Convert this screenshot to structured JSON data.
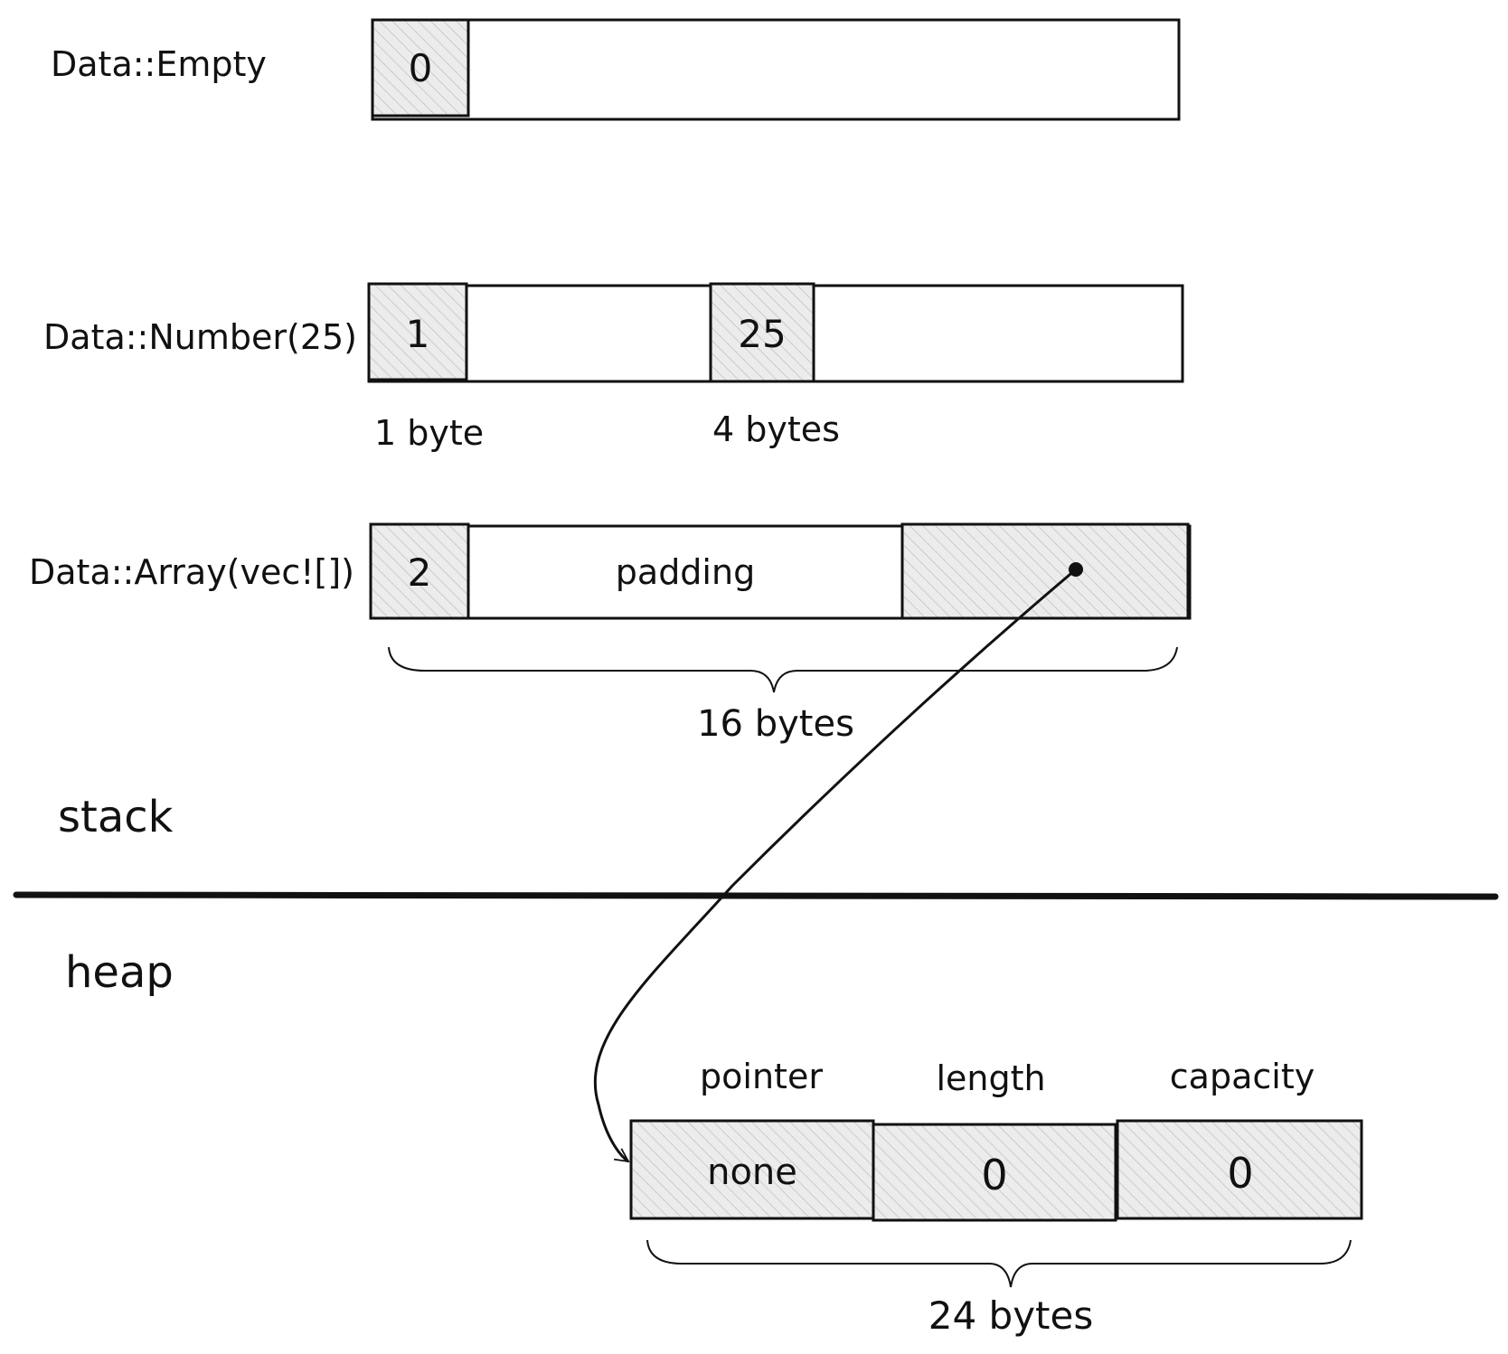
{
  "rows": {
    "empty": {
      "label": "Data::Empty",
      "tag": "0"
    },
    "number": {
      "label": "Data::Number(25)",
      "tag": "1",
      "value": "25",
      "tag_size": "1 byte",
      "value_size": "4 bytes"
    },
    "array": {
      "label": "Data::Array(vec![])",
      "tag": "2",
      "padding": "padding",
      "size": "16 bytes"
    }
  },
  "regions": {
    "stack": "stack",
    "heap": "heap"
  },
  "heap": {
    "fields": [
      {
        "name": "pointer",
        "value": "none"
      },
      {
        "name": "length",
        "value": "0"
      },
      {
        "name": "capacity",
        "value": "0"
      }
    ],
    "size": "24 bytes"
  },
  "colors": {
    "ink": "#111111",
    "fill": "#e6e6e6",
    "hatch": "#b5b5b5"
  }
}
